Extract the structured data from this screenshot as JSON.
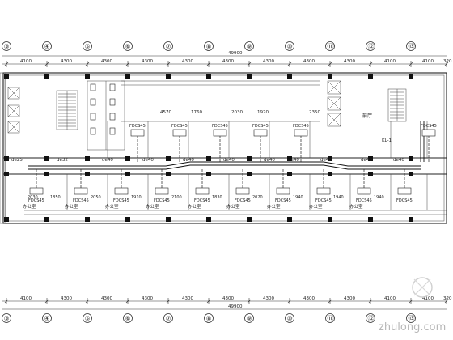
{
  "drawing": {
    "axes_top": [
      "③",
      "④",
      "⑤",
      "⑥",
      "⑦",
      "⑧",
      "⑨",
      "⑩",
      "⑪",
      "⑫",
      "⑬"
    ],
    "axes_bottom": [
      "③",
      "④",
      "⑤",
      "⑥",
      "⑦",
      "⑧",
      "⑨",
      "⑩",
      "⑪",
      "⑫",
      "⑬"
    ],
    "top_spans": [
      "4100",
      "4300",
      "4300",
      "4300",
      "4300",
      "4300",
      "4300",
      "4300",
      "4300",
      "4100",
      "4100",
      "320"
    ],
    "top_total": "49900",
    "bottom_spans": [
      "4100",
      "4300",
      "4300",
      "4300",
      "4300",
      "4300",
      "4300",
      "4300",
      "4300",
      "4100",
      "4100",
      "320"
    ],
    "bottom_total": "49900",
    "upper_dims": [
      "4570",
      "1760",
      "2030",
      "1970",
      "2350"
    ],
    "lower_dims": [
      "2030",
      "1850",
      "2050",
      "1910",
      "2100",
      "1830",
      "2020",
      "1940",
      "1940",
      "1940"
    ],
    "pipe_labels_upper": [
      "de25",
      "de32",
      "de40",
      "de40",
      "de40",
      "de40",
      "de40",
      "de40",
      "de40",
      "de40",
      "de40"
    ],
    "unit_labels_upper": [
      "FDCS45",
      "FDCS45",
      "FDCS45",
      "FDCS45",
      "FDCS45",
      "FDCS45"
    ],
    "unit_labels_lower": [
      "FDCS45",
      "FDCS45",
      "FDCS45",
      "FDCS45",
      "FDCS45",
      "FDCS45",
      "FDCS45",
      "FDCS45",
      "FDCS45",
      "FDCS45"
    ],
    "room_labels": [
      "办公室",
      "办公室",
      "办公室",
      "办公室",
      "办公室",
      "办公室",
      "办公室",
      "办公室",
      "办公室"
    ],
    "hall_label": "前厅",
    "riser_label": "KL-1",
    "watermark": "zhulong.com"
  }
}
